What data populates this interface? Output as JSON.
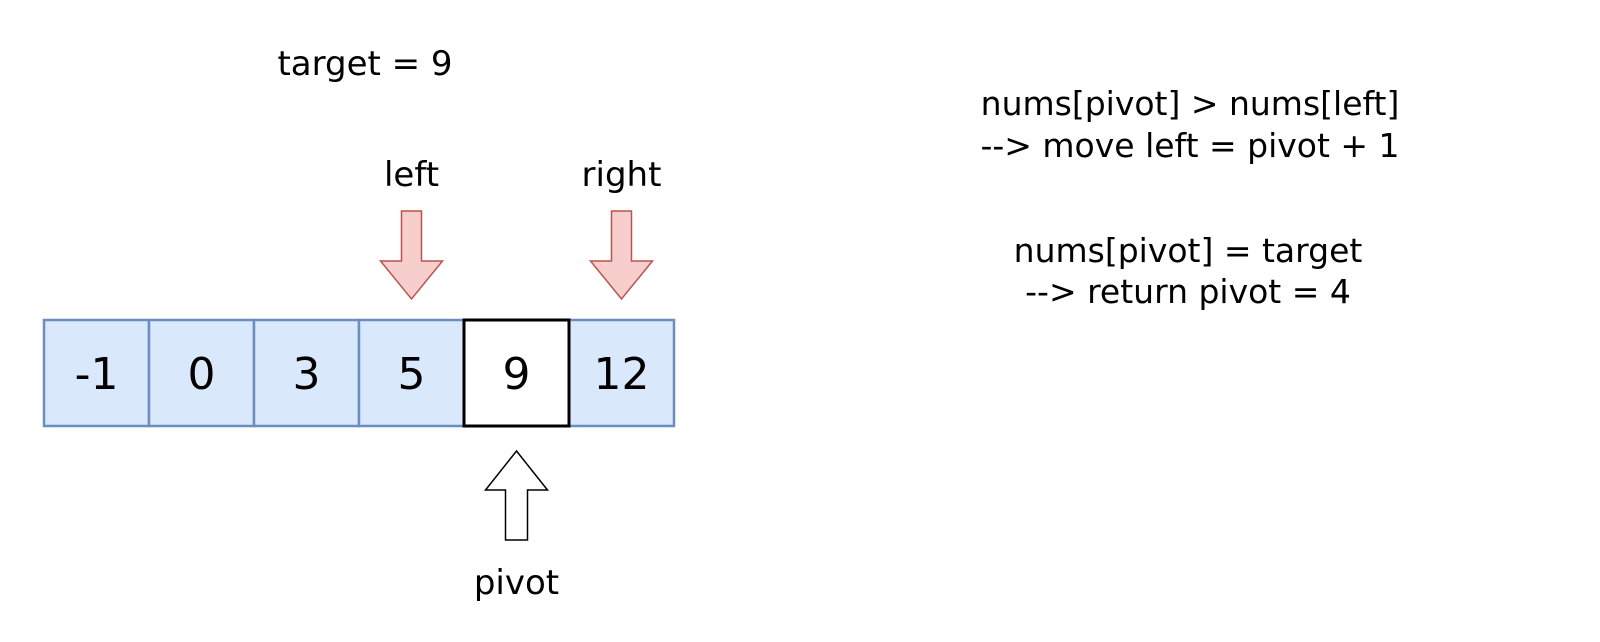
{
  "target_label": "target = 9",
  "array": {
    "cells": [
      "-1",
      "0",
      "3",
      "5",
      "9",
      "12"
    ],
    "highlight_index": 4
  },
  "pointers": {
    "left": {
      "label": "left",
      "index": 3
    },
    "right": {
      "label": "right",
      "index": 5
    },
    "pivot": {
      "label": "pivot",
      "index": 4
    }
  },
  "notes": [
    {
      "line1": "nums[pivot] > nums[left]",
      "line2": "--> move left = pivot + 1"
    },
    {
      "line1": "nums[pivot] = target",
      "line2": "--> return pivot = 4"
    }
  ],
  "colors": {
    "cell_fill": "#dae8fc",
    "cell_stroke": "#6c8ebf",
    "highlight_fill": "#ffffff",
    "highlight_stroke": "#000000",
    "arrow_fill": "#f8cecc",
    "arrow_stroke": "#b85450",
    "pivot_arrow_fill": "#ffffff",
    "pivot_arrow_stroke": "#000000"
  }
}
